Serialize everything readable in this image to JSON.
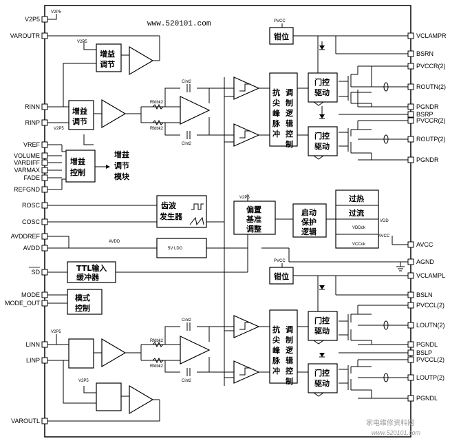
{
  "watermark": {
    "top": "www.520101.com",
    "bottom_cn": "家电维修资料网",
    "bottom_url": "www.520101.com"
  },
  "pins_left": [
    "V2P5",
    "VAROUTR",
    "RINN",
    "RINP",
    "VREF",
    "VOLUME",
    "VARDIFF",
    "VARMAX",
    "FADE",
    "REFGND",
    "ROSC",
    "COSC",
    "AVDDREF",
    "AVDD",
    "SD",
    "MODE",
    "MODE_OUT",
    "LINN",
    "LINP",
    "VAROUTL"
  ],
  "pins_right": [
    "VCLAMPR",
    "BSRN",
    "PVCCR(2)",
    "ROUTN(2)",
    "PGNDR",
    "BSRP",
    "PVCCR(2)",
    "ROUTP(2)",
    "PGNDR",
    "AVCC",
    "AGND",
    "VCLAMPL",
    "BSLN",
    "PVCCL(2)",
    "LOUTN(2)",
    "PGNDL",
    "BSLP",
    "PVCCL(2)",
    "LOUTP(2)",
    "PGNDL"
  ],
  "small_labels": {
    "v2p5": "V2P5",
    "pvcc": "PVCC",
    "cint2": "Cint2",
    "rfdbk2": "Rfdbk2",
    "avdd": "AVDD",
    "vdd": "VDD",
    "avcc": "AVCC",
    "ldo": "5V LDO",
    "vddok": "VDDok",
    "vccok": "VCCok"
  },
  "blocks": {
    "gain_adjust": [
      "增益",
      "调节"
    ],
    "gain_control": [
      "增益",
      "控制"
    ],
    "gain_module": [
      "增益",
      "调节",
      "模块"
    ],
    "sawtooth": [
      "齿波",
      "发生器"
    ],
    "bias": [
      "偏置",
      "基准",
      "调整"
    ],
    "startup": [
      "启动",
      "保护",
      "逻辑"
    ],
    "overheat": "过热",
    "overcurrent": "过流",
    "ttl_input": [
      "TTL输入",
      "缓冲器"
    ],
    "mode_control": [
      "模式",
      "控制"
    ],
    "clamp": "钳位",
    "gate_drive": [
      "门控",
      "驱动"
    ],
    "modulation": [
      "调",
      "制",
      "逻",
      "辑",
      "控",
      "制"
    ],
    "anti_spike": [
      "抗",
      "尖",
      "峰",
      "脉",
      "冲"
    ]
  }
}
